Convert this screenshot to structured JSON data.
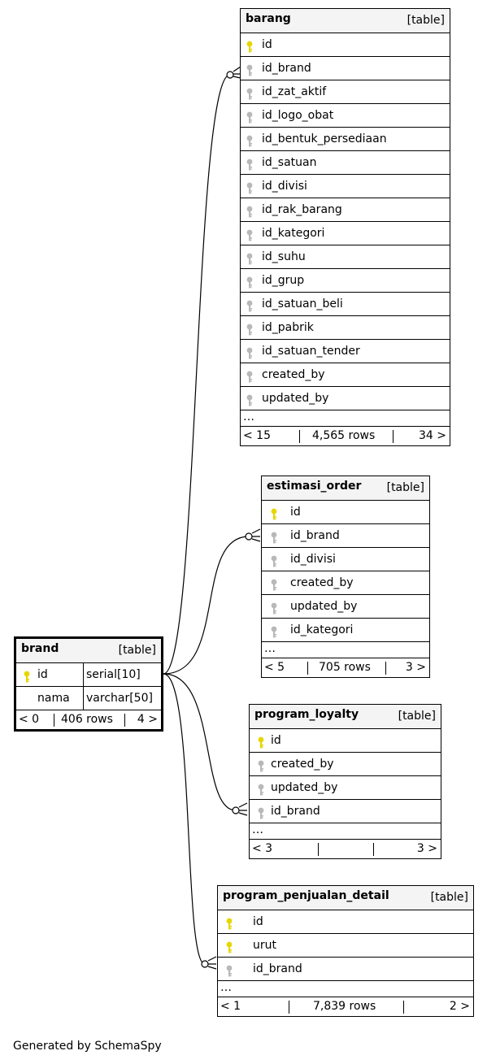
{
  "footer": {
    "generated_by": "Generated by SchemaSpy"
  },
  "colors": {
    "primary_key": "#e6d600",
    "foreign_key": "#b8b8b8"
  },
  "tables": {
    "barang": {
      "name": "barang",
      "type": "[table]",
      "columns": [
        {
          "name": "id",
          "key": "primary"
        },
        {
          "name": "id_brand",
          "key": "foreign"
        },
        {
          "name": "id_zat_aktif",
          "key": "foreign"
        },
        {
          "name": "id_logo_obat",
          "key": "foreign"
        },
        {
          "name": "id_bentuk_persediaan",
          "key": "foreign"
        },
        {
          "name": "id_satuan",
          "key": "foreign"
        },
        {
          "name": "id_divisi",
          "key": "foreign"
        },
        {
          "name": "id_rak_barang",
          "key": "foreign"
        },
        {
          "name": "id_kategori",
          "key": "foreign"
        },
        {
          "name": "id_suhu",
          "key": "foreign"
        },
        {
          "name": "id_grup",
          "key": "foreign"
        },
        {
          "name": "id_satuan_beli",
          "key": "foreign"
        },
        {
          "name": "id_pabrik",
          "key": "foreign"
        },
        {
          "name": "id_satuan_tender",
          "key": "foreign"
        },
        {
          "name": "created_by",
          "key": "foreign"
        },
        {
          "name": "updated_by",
          "key": "foreign"
        }
      ],
      "ellipsis": "…",
      "footer": {
        "parents": "< 15",
        "rows": "4,565 rows",
        "children": "34 >"
      }
    },
    "estimasi_order": {
      "name": "estimasi_order",
      "type": "[table]",
      "columns": [
        {
          "name": "id",
          "key": "primary"
        },
        {
          "name": "id_brand",
          "key": "foreign"
        },
        {
          "name": "id_divisi",
          "key": "foreign"
        },
        {
          "name": "created_by",
          "key": "foreign"
        },
        {
          "name": "updated_by",
          "key": "foreign"
        },
        {
          "name": "id_kategori",
          "key": "foreign"
        }
      ],
      "ellipsis": "…",
      "footer": {
        "parents": "< 5",
        "rows": "705 rows",
        "children": "3 >"
      }
    },
    "brand": {
      "name": "brand",
      "type": "[table]",
      "columns": [
        {
          "name": "id",
          "key": "primary",
          "type": "serial[10]"
        },
        {
          "name": "nama",
          "key": "none",
          "type": "varchar[50]"
        }
      ],
      "footer": {
        "parents": "< 0",
        "rows": "406 rows",
        "children": "4 >"
      }
    },
    "program_loyalty": {
      "name": "program_loyalty",
      "type": "[table]",
      "columns": [
        {
          "name": "id",
          "key": "primary"
        },
        {
          "name": "created_by",
          "key": "foreign"
        },
        {
          "name": "updated_by",
          "key": "foreign"
        },
        {
          "name": "id_brand",
          "key": "foreign"
        }
      ],
      "ellipsis": "…",
      "footer": {
        "parents": "< 3",
        "rows": "",
        "children": "3 >"
      }
    },
    "program_penjualan_detail": {
      "name": "program_penjualan_detail",
      "type": "[table]",
      "columns": [
        {
          "name": "id",
          "key": "primary"
        },
        {
          "name": "urut",
          "key": "primary"
        },
        {
          "name": "id_brand",
          "key": "foreign"
        }
      ],
      "ellipsis": "…",
      "footer": {
        "parents": "< 1",
        "rows": "7,839 rows",
        "children": "2 >"
      }
    }
  },
  "relationships": [
    {
      "from": "brand.id",
      "to": "barang.id_brand"
    },
    {
      "from": "brand.id",
      "to": "estimasi_order.id_brand"
    },
    {
      "from": "brand.id",
      "to": "program_loyalty.id_brand"
    },
    {
      "from": "brand.id",
      "to": "program_penjualan_detail.id_brand"
    }
  ]
}
